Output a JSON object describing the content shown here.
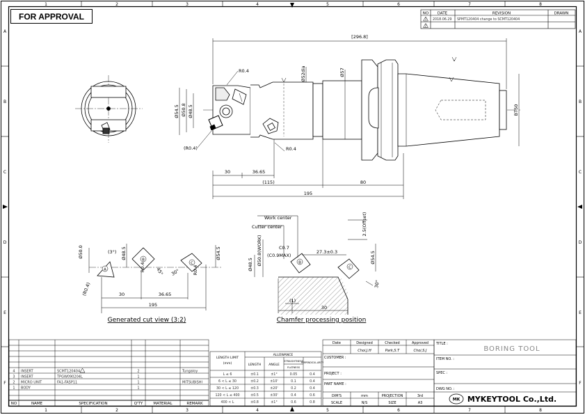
{
  "header": {
    "approval_label": "FOR APPROVAL"
  },
  "zones": {
    "columns": [
      "1",
      "2",
      "3",
      "4",
      "5",
      "6",
      "7",
      "8"
    ],
    "rows": [
      "A",
      "B",
      "C",
      "D",
      "E",
      "F"
    ]
  },
  "revision": {
    "headers": [
      "NO",
      "DATE",
      "REVISION",
      "DRAWN"
    ],
    "rows": [
      {
        "no": "1",
        "date": "2018.06.29",
        "text": "SPMT120404 change to SCMT120404"
      },
      {
        "no": "2",
        "date": "",
        "text": ""
      }
    ]
  },
  "dims_main": {
    "overall": "[296.8]",
    "d52dia": "Ø52dia",
    "d57": "Ø57",
    "r04_top": "R0.4",
    "r04_bottom": "R0.4",
    "r04_left": "(R0.4)",
    "d545": "Ø54.5",
    "d508": "Ø50.8",
    "d485": "Ø48.5",
    "l30": "30",
    "l3665": "36.65",
    "l115": "(115)",
    "l80": "80",
    "l195": "195",
    "bt50": "BT50"
  },
  "view_left": {
    "d500": "Ø50.0",
    "d485": "Ø48.5",
    "d545": "Ø54.5",
    "angle3": "(3°)",
    "r04a": "(R0.4)",
    "r04b": "R0.4",
    "r04c": "R0.4",
    "ang45": "45°",
    "ang30": "30°",
    "l30": "30",
    "l3665": "36.65",
    "l195": "195",
    "insert_a": "A",
    "insert_b": "B",
    "insert_c": "C",
    "caption": "Generated cut view (3:2)"
  },
  "view_right": {
    "work_center": "Work center",
    "cutter_center": "Cutter center",
    "offset": "2.5(Offset)",
    "c07": "C0.7",
    "c09": "(C0.9MAX)",
    "d273": "27.3±0.3",
    "d485": "Ø48.5",
    "d508": "Ø50.8(WORK)",
    "d545": "Ø54.5",
    "ang30": "30°",
    "l1": "(1)",
    "l30": "30",
    "insert_b": "B",
    "insert_c": "C",
    "caption": "Chamfer processing position"
  },
  "parts": {
    "headers": [
      "NO",
      "NAME",
      "SPECIFICATION",
      "Q'TY",
      "MATERIAL",
      "REMARK"
    ],
    "rows": [
      {
        "no": "4",
        "name": "INSERT",
        "spec": "SCMT120404",
        "qty": "2",
        "material": "",
        "remark": "Tungaloy"
      },
      {
        "no": "3",
        "name": "INSERT",
        "spec": "TPGW090204L",
        "qty": "1",
        "material": "",
        "remark": ""
      },
      {
        "no": "2",
        "name": "MICRO UNIT",
        "spec": "FA1-FASP11",
        "qty": "1",
        "material": "",
        "remark": "MITSUBISHI"
      },
      {
        "no": "1",
        "name": "BODY",
        "spec": "",
        "qty": "1",
        "material": "",
        "remark": ""
      }
    ]
  },
  "allowance": {
    "length_limit": "LENGTH LIMIT",
    "unit": "(mm)",
    "allowance": "ALLOWANCE",
    "length": "LENGTH",
    "angle": "ANGLE",
    "straightness": "STRAIGHTNESS",
    "flatness": "FLATNESS",
    "perpendicularity": "PERPENDICUL-ARITY",
    "rows": [
      {
        "range": "L ≤ 6",
        "len": "±0.1",
        "ang": "±1°",
        "flat": "0.05",
        "perp": "0.4"
      },
      {
        "range": "6 < L ≤ 30",
        "len": "±0.2",
        "ang": "±10'",
        "flat": "0.1",
        "perp": "0.4"
      },
      {
        "range": "30 < L ≤ 120",
        "len": "±0.3",
        "ang": "±20'",
        "flat": "0.2",
        "perp": "0.4"
      },
      {
        "range": "120 < L ≤ 400",
        "len": "±0.5",
        "ang": "±30'",
        "flat": "0.4",
        "perp": "0.6"
      },
      {
        "range": "400 < L",
        "len": "±0.8",
        "ang": "±1°",
        "flat": "0.6",
        "perp": "0.8"
      }
    ]
  },
  "approvals": {
    "date_label": "Date",
    "designed_label": "Designed",
    "checked_label": "Checked",
    "approved_label": "Approved",
    "designed": "Choi,J.H",
    "checked": "Park,S.T",
    "approved": "Choi,S.J",
    "customer": "CUSTOMER :",
    "project": "PROJECT :",
    "part_name": "PART NAME :",
    "dims_label": "DIM'S",
    "dims_value": "mm",
    "projection_label": "PROJECTION",
    "projection_value": "3rd",
    "scale_label": "SCALE",
    "scale_value": "N/S",
    "size_label": "SIZE",
    "size_value": "A3"
  },
  "title_block": {
    "title_label": "TITLE :",
    "title": "BORING TOOL",
    "item_no": "ITEM NO. :",
    "spec": "SPEC :",
    "dwg_no": "DWG NO. :",
    "company": "MYKEYTOOL  Co.,Ltd.",
    "logo_text": "MK"
  },
  "colors": {
    "ink": "#000000",
    "paper": "#ffffff",
    "hatch": "#555555"
  }
}
